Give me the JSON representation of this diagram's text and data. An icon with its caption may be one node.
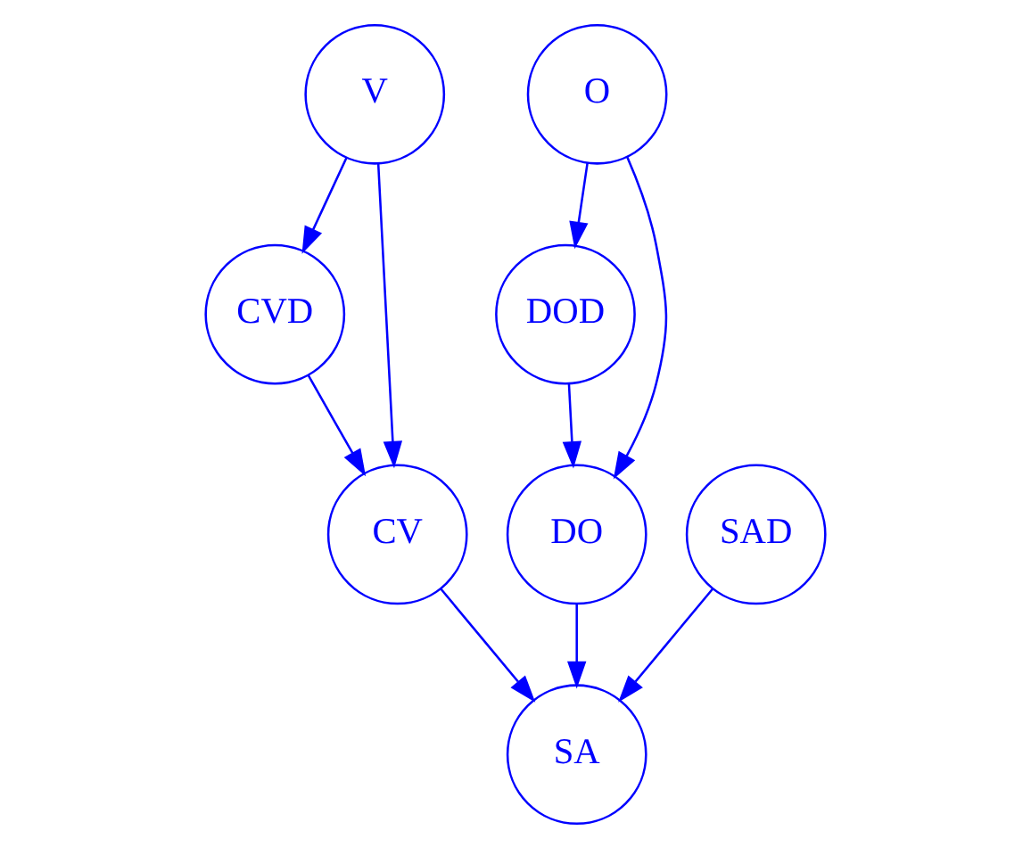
{
  "diagram": {
    "nodes": [
      {
        "text": [
          "V"
        ]
      },
      {
        "text": [
          "CVD"
        ]
      },
      {
        "text": [
          "CV"
        ]
      },
      {
        "text": [
          "O"
        ]
      },
      {
        "text": [
          "DOD"
        ]
      },
      {
        "text": [
          "DO"
        ]
      },
      {
        "text": [
          "SAD"
        ]
      },
      {
        "text": [
          "SA"
        ]
      }
    ],
    "edges": [
      {
        "from": 0,
        "to": 2,
        "arrow": "to"
      },
      {
        "from": 0,
        "to": 1,
        "arrow": "to"
      },
      {
        "from": 1,
        "to": 2,
        "arrow": "to"
      },
      {
        "from": 3,
        "to": 5,
        "arrow": "to"
      },
      {
        "from": 3,
        "to": 4,
        "arrow": "to"
      },
      {
        "from": 4,
        "to": 5,
        "arrow": "to"
      },
      {
        "from": 2,
        "to": 7,
        "arrow": "to"
      },
      {
        "from": 5,
        "to": 7,
        "arrow": "to"
      },
      {
        "from": 6,
        "to": 7,
        "arrow": "to"
      }
    ]
  }
}
